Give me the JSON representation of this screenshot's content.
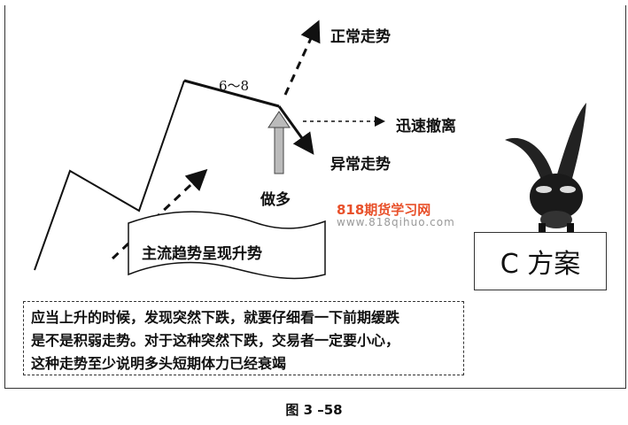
{
  "labels": {
    "range": "6～8",
    "normal": "正常走势",
    "exit": "迅速撤离",
    "abnormal": "异常走势",
    "long": "做多",
    "banner": "主流趋势呈现升势",
    "plan": "C 方案"
  },
  "watermark": {
    "name": "818期货学习网",
    "url": "www.818qihuo.com"
  },
  "note": [
    "应当上升的时候，发现突然下跌，就要仔细看一下前期缓跌",
    "是不是积弱走势。对于这种突然下跌，交易者一定要小心，",
    "这种走势至少说明多头短期体力已经衰竭"
  ],
  "caption": "图 3 –58"
}
